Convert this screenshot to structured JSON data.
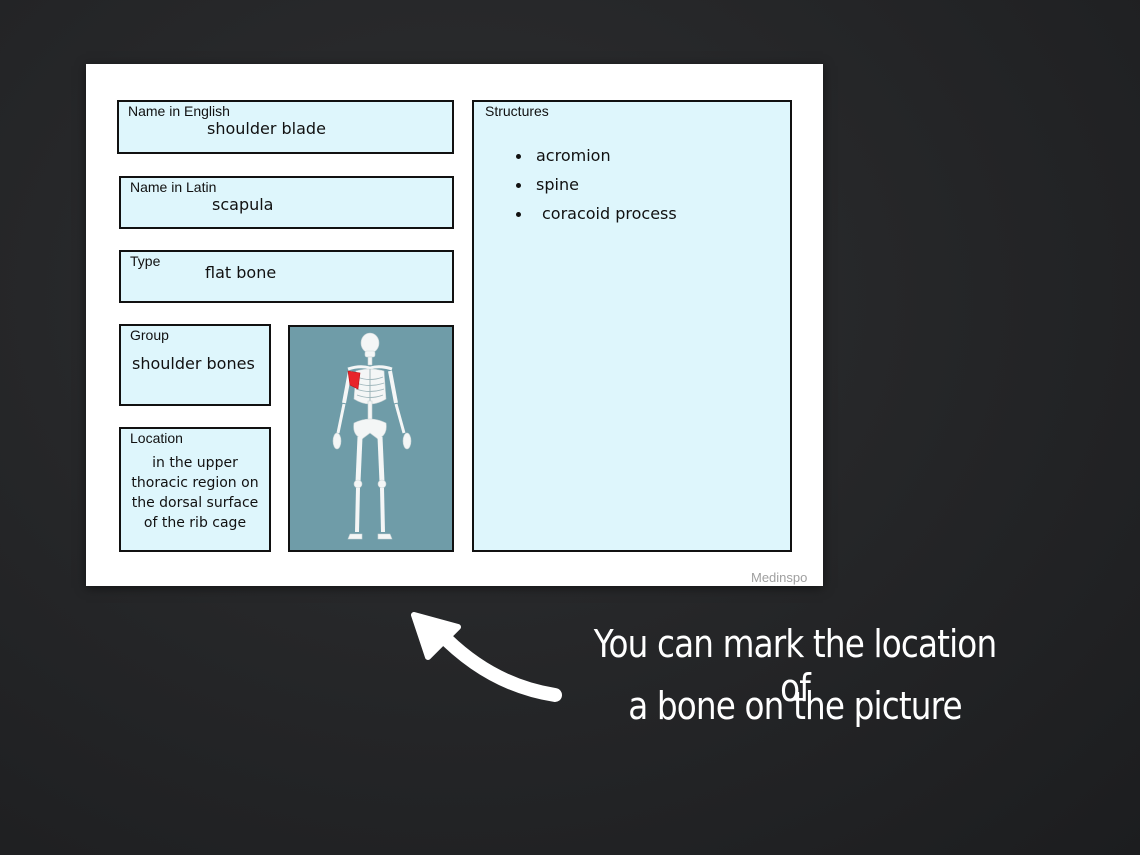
{
  "card": {
    "english": {
      "label": "Name in English",
      "value": "shoulder blade"
    },
    "latin": {
      "label": "Name in Latin",
      "value": "scapula"
    },
    "type": {
      "label": "Type",
      "value": "flat bone"
    },
    "group": {
      "label": "Group",
      "value": "shoulder bones"
    },
    "location": {
      "label": "Location",
      "lines": [
        "in the upper",
        "thoracic region on",
        "the dorsal surface",
        "of the rib cage"
      ]
    },
    "structures": {
      "label": "Structures",
      "items": [
        "acromion",
        "spine",
        "coracoid process"
      ]
    },
    "watermark": "Medinspo"
  },
  "caption": {
    "line1": "You can mark the location of",
    "line2": "a bone on the picture"
  },
  "colors": {
    "background": "#242527",
    "field_fill": "#def6fc",
    "image_bg": "#6f9ca8",
    "highlight": "#e8242a"
  },
  "icons": [
    "curved-arrow-icon",
    "skeleton-illustration"
  ]
}
